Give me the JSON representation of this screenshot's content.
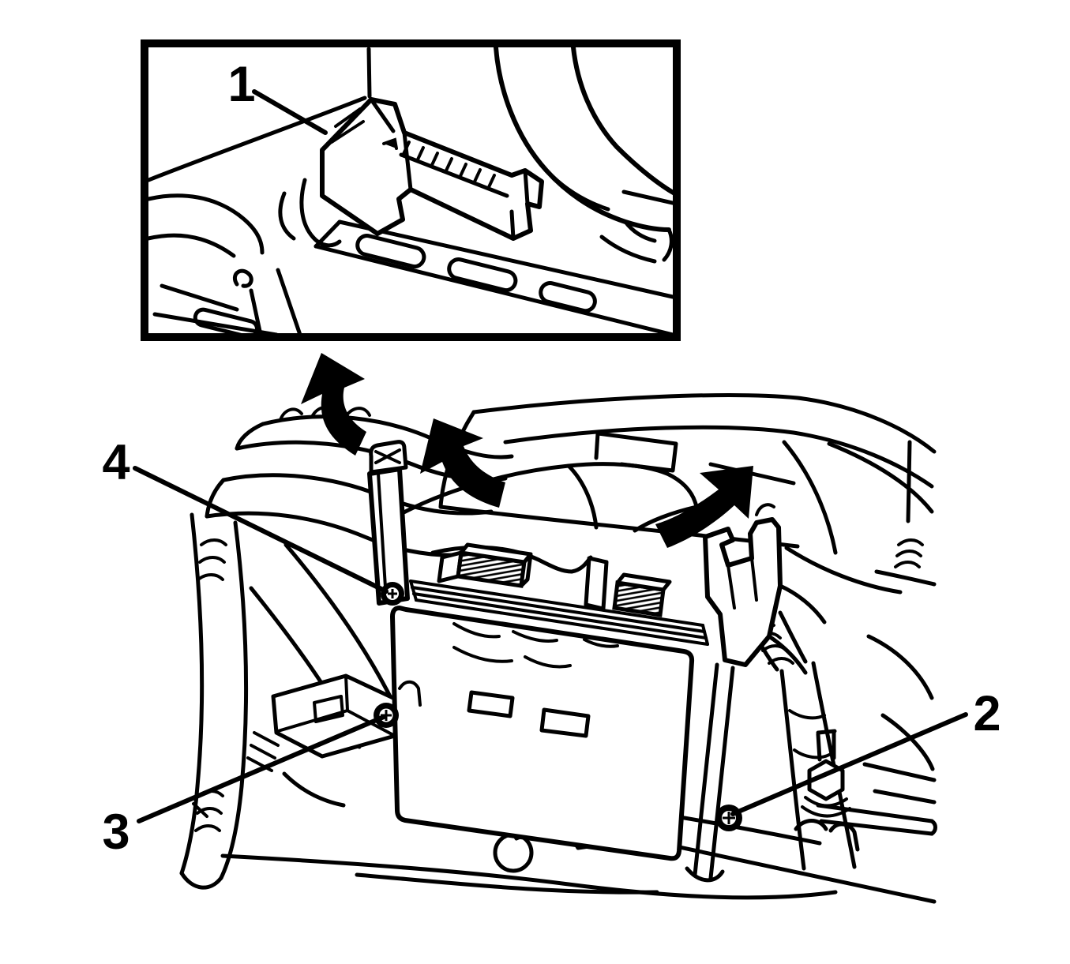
{
  "diagram": {
    "kind": "service-manual line illustration",
    "subject": "engine control module with harness retainer inset detail",
    "background_color": "#ffffff",
    "line_color": "#000000",
    "callouts": [
      {
        "label": "1"
      },
      {
        "label": "2"
      },
      {
        "label": "3"
      },
      {
        "label": "4"
      }
    ]
  }
}
